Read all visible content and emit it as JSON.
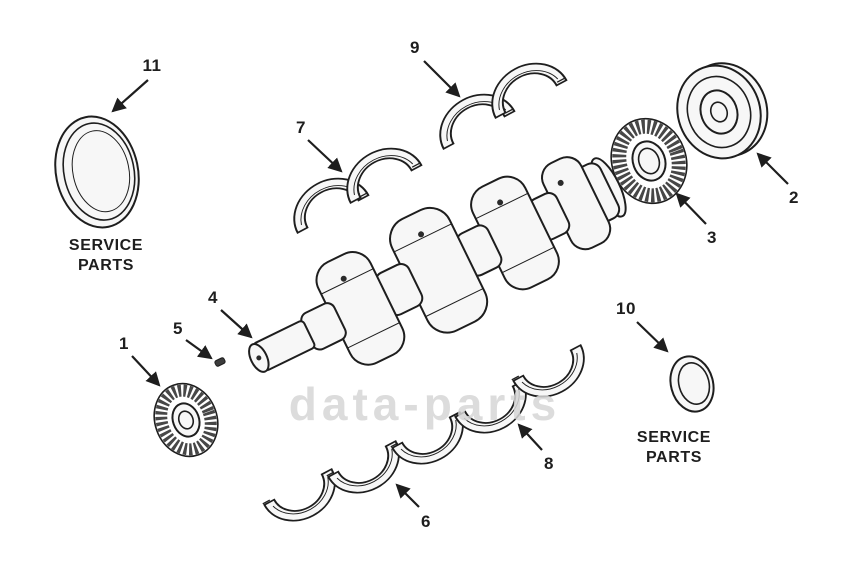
{
  "colors": {
    "ink": "#1e1e1e",
    "watermark": "#d6d6d6",
    "background": "#ffffff"
  },
  "watermark": {
    "text": "data-parts"
  },
  "callouts": {
    "c1": {
      "text": "1"
    },
    "c2": {
      "text": "2"
    },
    "c3": {
      "text": "3"
    },
    "c4": {
      "text": "4"
    },
    "c5": {
      "text": "5"
    },
    "c6": {
      "text": "6"
    },
    "c7": {
      "text": "7"
    },
    "c8": {
      "text": "8"
    },
    "c9": {
      "text": "9"
    },
    "c10": {
      "text": "10"
    },
    "c11": {
      "text": "11"
    }
  },
  "service_parts": {
    "left": {
      "line1": "SERVICE",
      "line2": "PARTS"
    },
    "right": {
      "line1": "SERVICE",
      "line2": "PARTS"
    }
  }
}
